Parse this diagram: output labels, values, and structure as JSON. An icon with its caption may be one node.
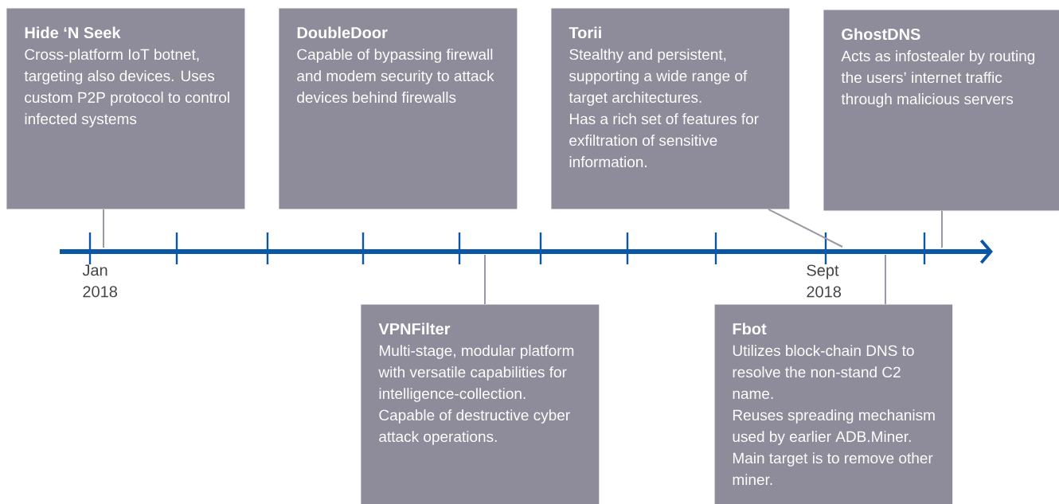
{
  "diagram": {
    "nodes": [
      {
        "text": [
          "Hide ‘N Seek",
          "Cross-platform IoT botnet, targeting also devices. Uses custom P2P protocol to control infected systems"
        ]
      },
      {
        "text": [
          "DoubleDoor",
          "Capable of bypassing firewall and modem security to attack devices behind firewalls"
        ]
      },
      {
        "text": [
          "Torii",
          "Stealthy and persistent, supporting a wide range of target architectures.",
          "Has a rich set of features for exfiltration of sensitive information."
        ]
      },
      {
        "text": [
          "GhostDNS",
          "Acts as infostealer by routing the users’ internet traffic through malicious servers"
        ]
      },
      {
        "text": [
          "VPNFilter",
          "Multi-stage, modular platform with versatile capabilities for intelligence-collection.",
          "Capable of destructive cyber attack operations."
        ]
      },
      {
        "text": [
          "Fbot",
          "Utilizes block-chain DNS to resolve the non-stand C2 name.",
          "Reuses spreading mechanism used by earlier ADB.Miner.",
          "Main target is to remove other miner."
        ]
      }
    ],
    "edges": [
      {
        "from": 0,
        "to": null,
        "arrow": "none"
      },
      {
        "from": 4,
        "to": null,
        "arrow": "none"
      },
      {
        "from": 2,
        "to": null,
        "arrow": "none"
      },
      {
        "from": 5,
        "to": null,
        "arrow": "none"
      },
      {
        "from": 3,
        "to": null,
        "arrow": "none"
      }
    ],
    "labels": [
      "Jan 2018",
      "Sept 2018"
    ]
  }
}
